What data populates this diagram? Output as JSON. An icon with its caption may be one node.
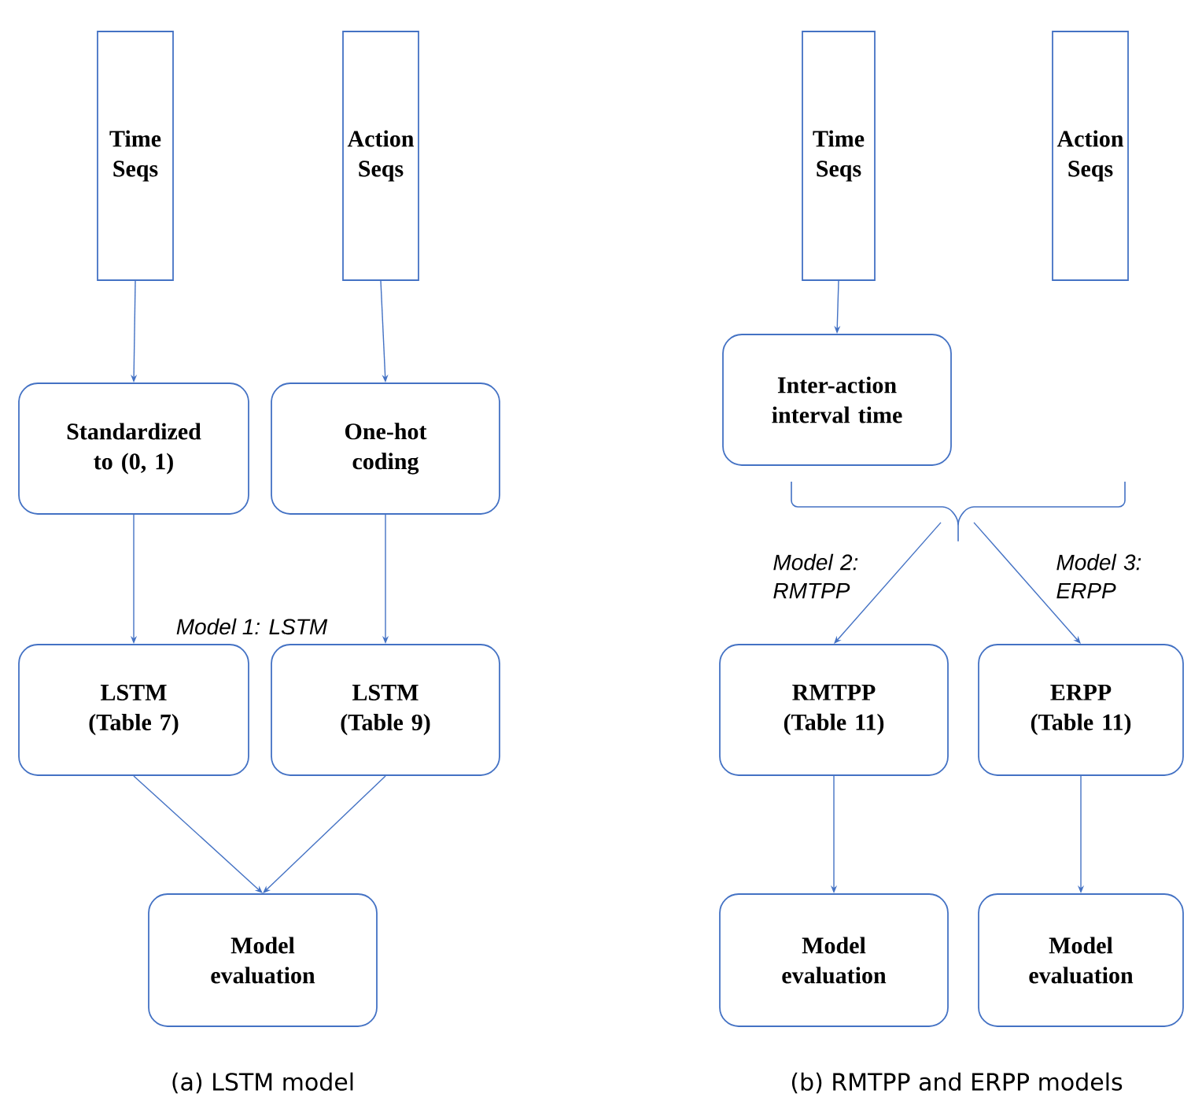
{
  "diagram": {
    "nodes": [
      {
        "text": [
          "Time Seqs"
        ]
      },
      {
        "text": [
          "Action Seqs"
        ]
      },
      {
        "text": [
          "Standardized to (0, 1)"
        ]
      },
      {
        "text": [
          "One-hot coding"
        ]
      },
      {
        "text": [
          "LSTM (Table 7)"
        ]
      },
      {
        "text": [
          "LSTM (Table 9)"
        ]
      },
      {
        "text": [
          "Model evaluation"
        ]
      },
      {
        "text": [
          "Time Seqs"
        ]
      },
      {
        "text": [
          "Action Seqs"
        ]
      },
      {
        "text": [
          "Inter-action interval time"
        ]
      },
      {
        "text": [
          "RMTPP (Table 11)"
        ]
      },
      {
        "text": [
          "ERPP (Table 11)"
        ]
      },
      {
        "text": [
          "Model evaluation"
        ]
      },
      {
        "text": [
          "Model evaluation"
        ]
      }
    ],
    "edges": [
      {
        "from": 0,
        "to": 2,
        "arrow": "to"
      },
      {
        "from": 1,
        "to": 3,
        "arrow": "to"
      },
      {
        "from": 2,
        "to": 4,
        "arrow": "to"
      },
      {
        "from": 3,
        "to": 5,
        "arrow": "to"
      },
      {
        "from": 4,
        "to": 6,
        "arrow": "to"
      },
      {
        "from": 5,
        "to": 6,
        "arrow": "to"
      },
      {
        "from": 7,
        "to": 9,
        "arrow": "to"
      },
      {
        "from": 9,
        "to": 10,
        "arrow": "to",
        "label": "Model 2: RMTPP"
      },
      {
        "from": 9,
        "to": 11,
        "arrow": "to",
        "label": "Model 3: ERPP"
      },
      {
        "from": 10,
        "to": 12,
        "arrow": "to"
      },
      {
        "from": 11,
        "to": 13,
        "arrow": "to"
      }
    ],
    "labels": [
      "Model 1: LSTM",
      "(a) LSTM model",
      "(b) RMTPP and ERPP models"
    ]
  }
}
